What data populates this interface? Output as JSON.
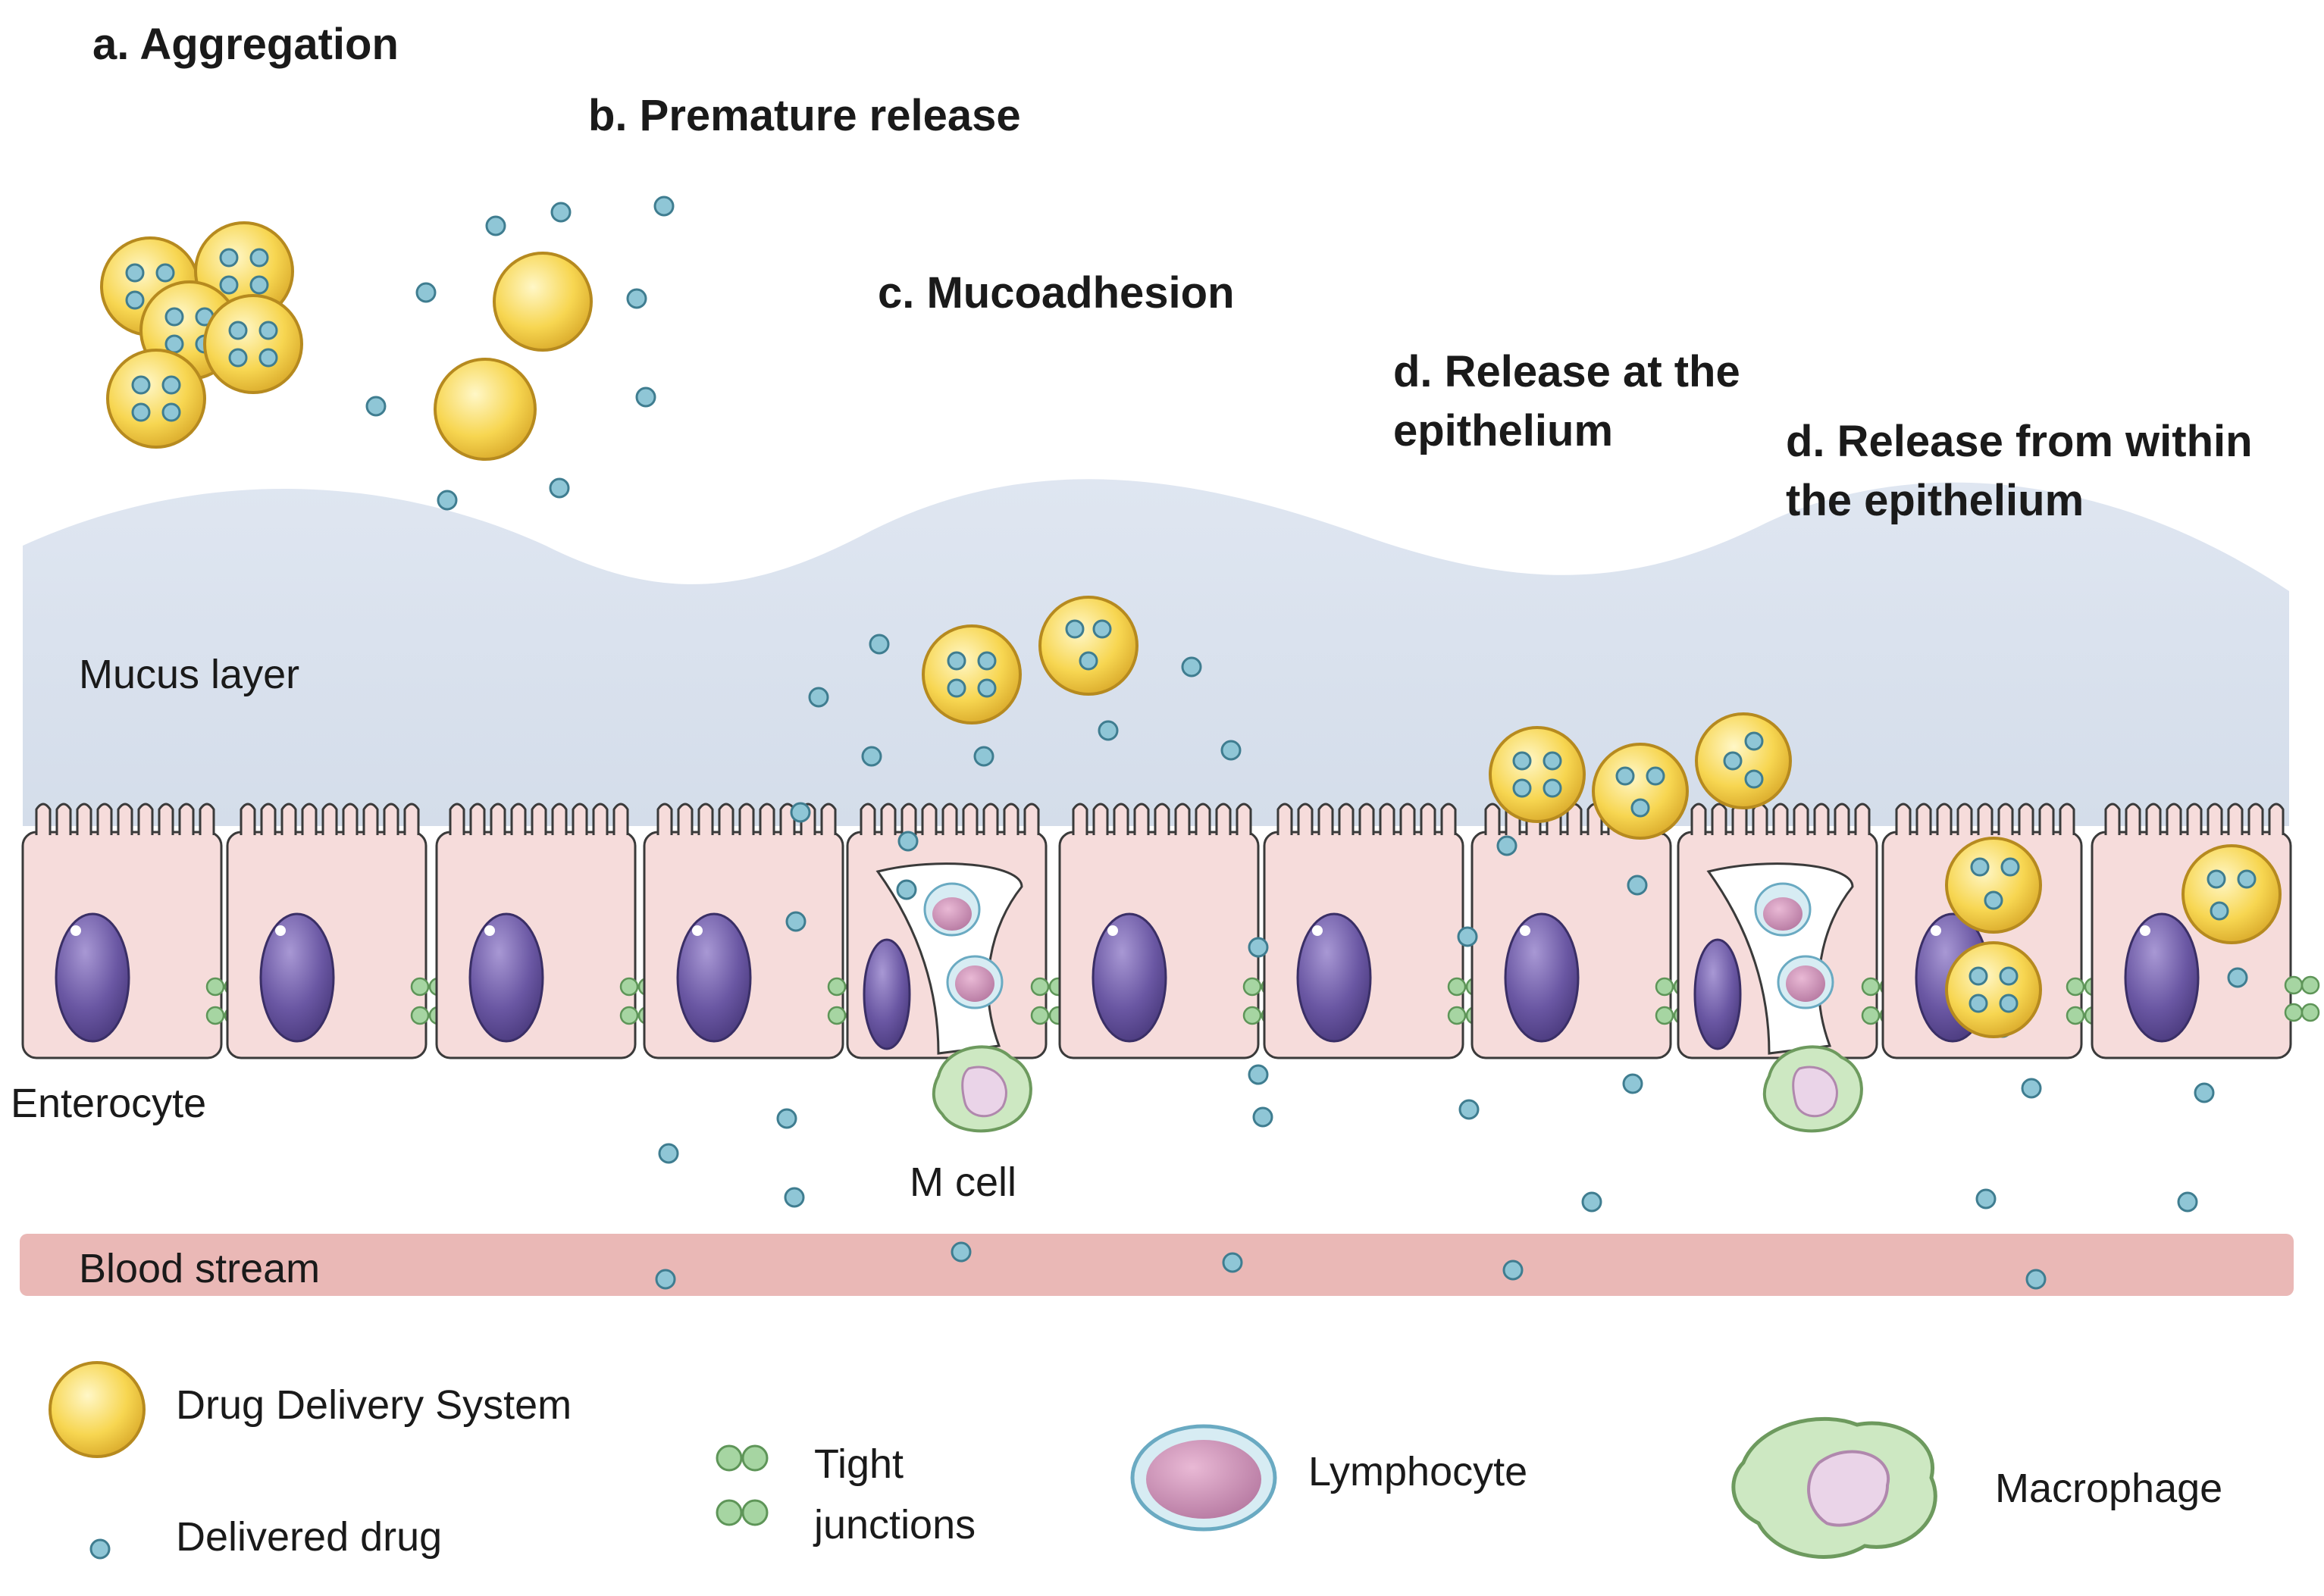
{
  "labels": {
    "aggregation": "a. Aggregation",
    "premature_release": "b. Premature release",
    "mucoadhesion": "c. Mucoadhesion",
    "release_at_line1": "d. Release at the",
    "release_at_line2": "epithelium",
    "release_within_line1": "d. Release from within",
    "release_within_line2": "the epithelium",
    "mucus_layer": "Mucus layer",
    "enterocyte": "Enterocyte",
    "m_cell": "M cell",
    "blood_stream": "Blood stream"
  },
  "legend": {
    "drug_delivery_system": "Drug Delivery System",
    "delivered_drug": "Delivered drug",
    "tight_junctions_line1": "Tight",
    "tight_junctions_line2": "junctions",
    "lymphocyte": "Lymphocyte",
    "macrophage": "Macrophage"
  },
  "colors": {
    "mucus": "#dde4ef",
    "cell_fill": "#f6dcdb",
    "nucleus": "#6a57a3",
    "dds": "#f5d34a",
    "drug": "#8fc6d6",
    "tight_junction": "#a6d5a2",
    "lymphocyte": "#c990b6",
    "macrophage": "#c9e5bd",
    "blood": "#eab7b5"
  }
}
